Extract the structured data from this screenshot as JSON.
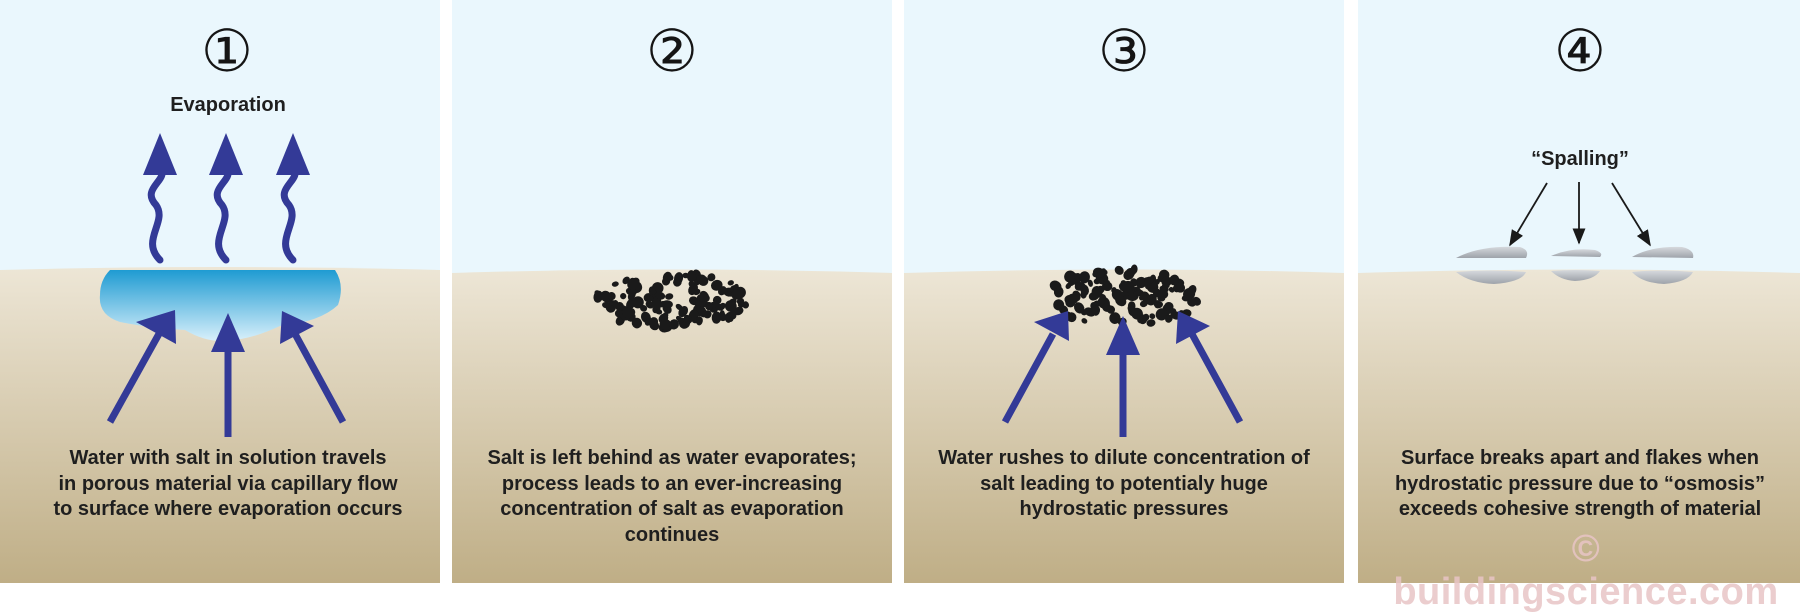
{
  "panels": [
    {
      "number": "①",
      "label": "Evaporation",
      "caption": "Water with salt in solution travels\nin porous material via capillary flow\nto surface where evaporation occurs"
    },
    {
      "number": "②",
      "caption": "Salt is left behind as water evaporates;\nprocess leads to an ever-increasing\nconcentration of salt as evaporation\ncontinues"
    },
    {
      "number": "③",
      "caption": "Water rushes to dilute concentration of\nsalt leading to potentialy huge\nhydrostatic pressures"
    },
    {
      "number": "④",
      "label": "“Spalling”",
      "caption": "Surface breaks apart and flakes when\nhydrostatic pressure due to “osmosis”\nexceeds cohesive strength of material"
    }
  ],
  "watermark": "© buildingscience.com",
  "colors": {
    "sky": "#eaf7fd",
    "ground_top": "#ede6d6",
    "ground_bottom": "#bfae86",
    "arrow": "#333a97",
    "water_top": "#1f9bd2",
    "water_bottom": "#d9f0fb",
    "salt": "#1a1a1a",
    "flake": "#b8bcc2"
  }
}
